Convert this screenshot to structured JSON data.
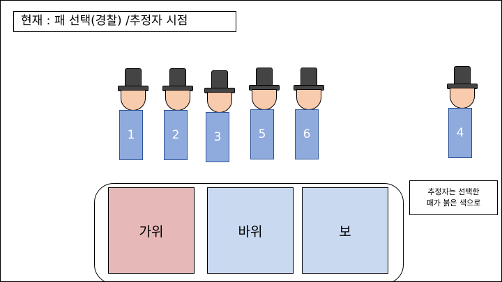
{
  "title": "현재 : 패 선택(경찰) /추정자 시점",
  "persons": [
    {
      "label": "1"
    },
    {
      "label": "2"
    },
    {
      "label": "3"
    },
    {
      "label": "5"
    },
    {
      "label": "6"
    },
    {
      "label": "4"
    }
  ],
  "cards": {
    "scissors": "가위",
    "rock": "바위",
    "paper": "보"
  },
  "note": {
    "line1": "추정자는 선택한",
    "line2": "패가 붉은 색으로"
  },
  "colors": {
    "hat": "#444444",
    "head": "#f8cbad",
    "body": "#8faadc",
    "selected_card": "#e6b8b7",
    "card": "#c9d9f0"
  }
}
